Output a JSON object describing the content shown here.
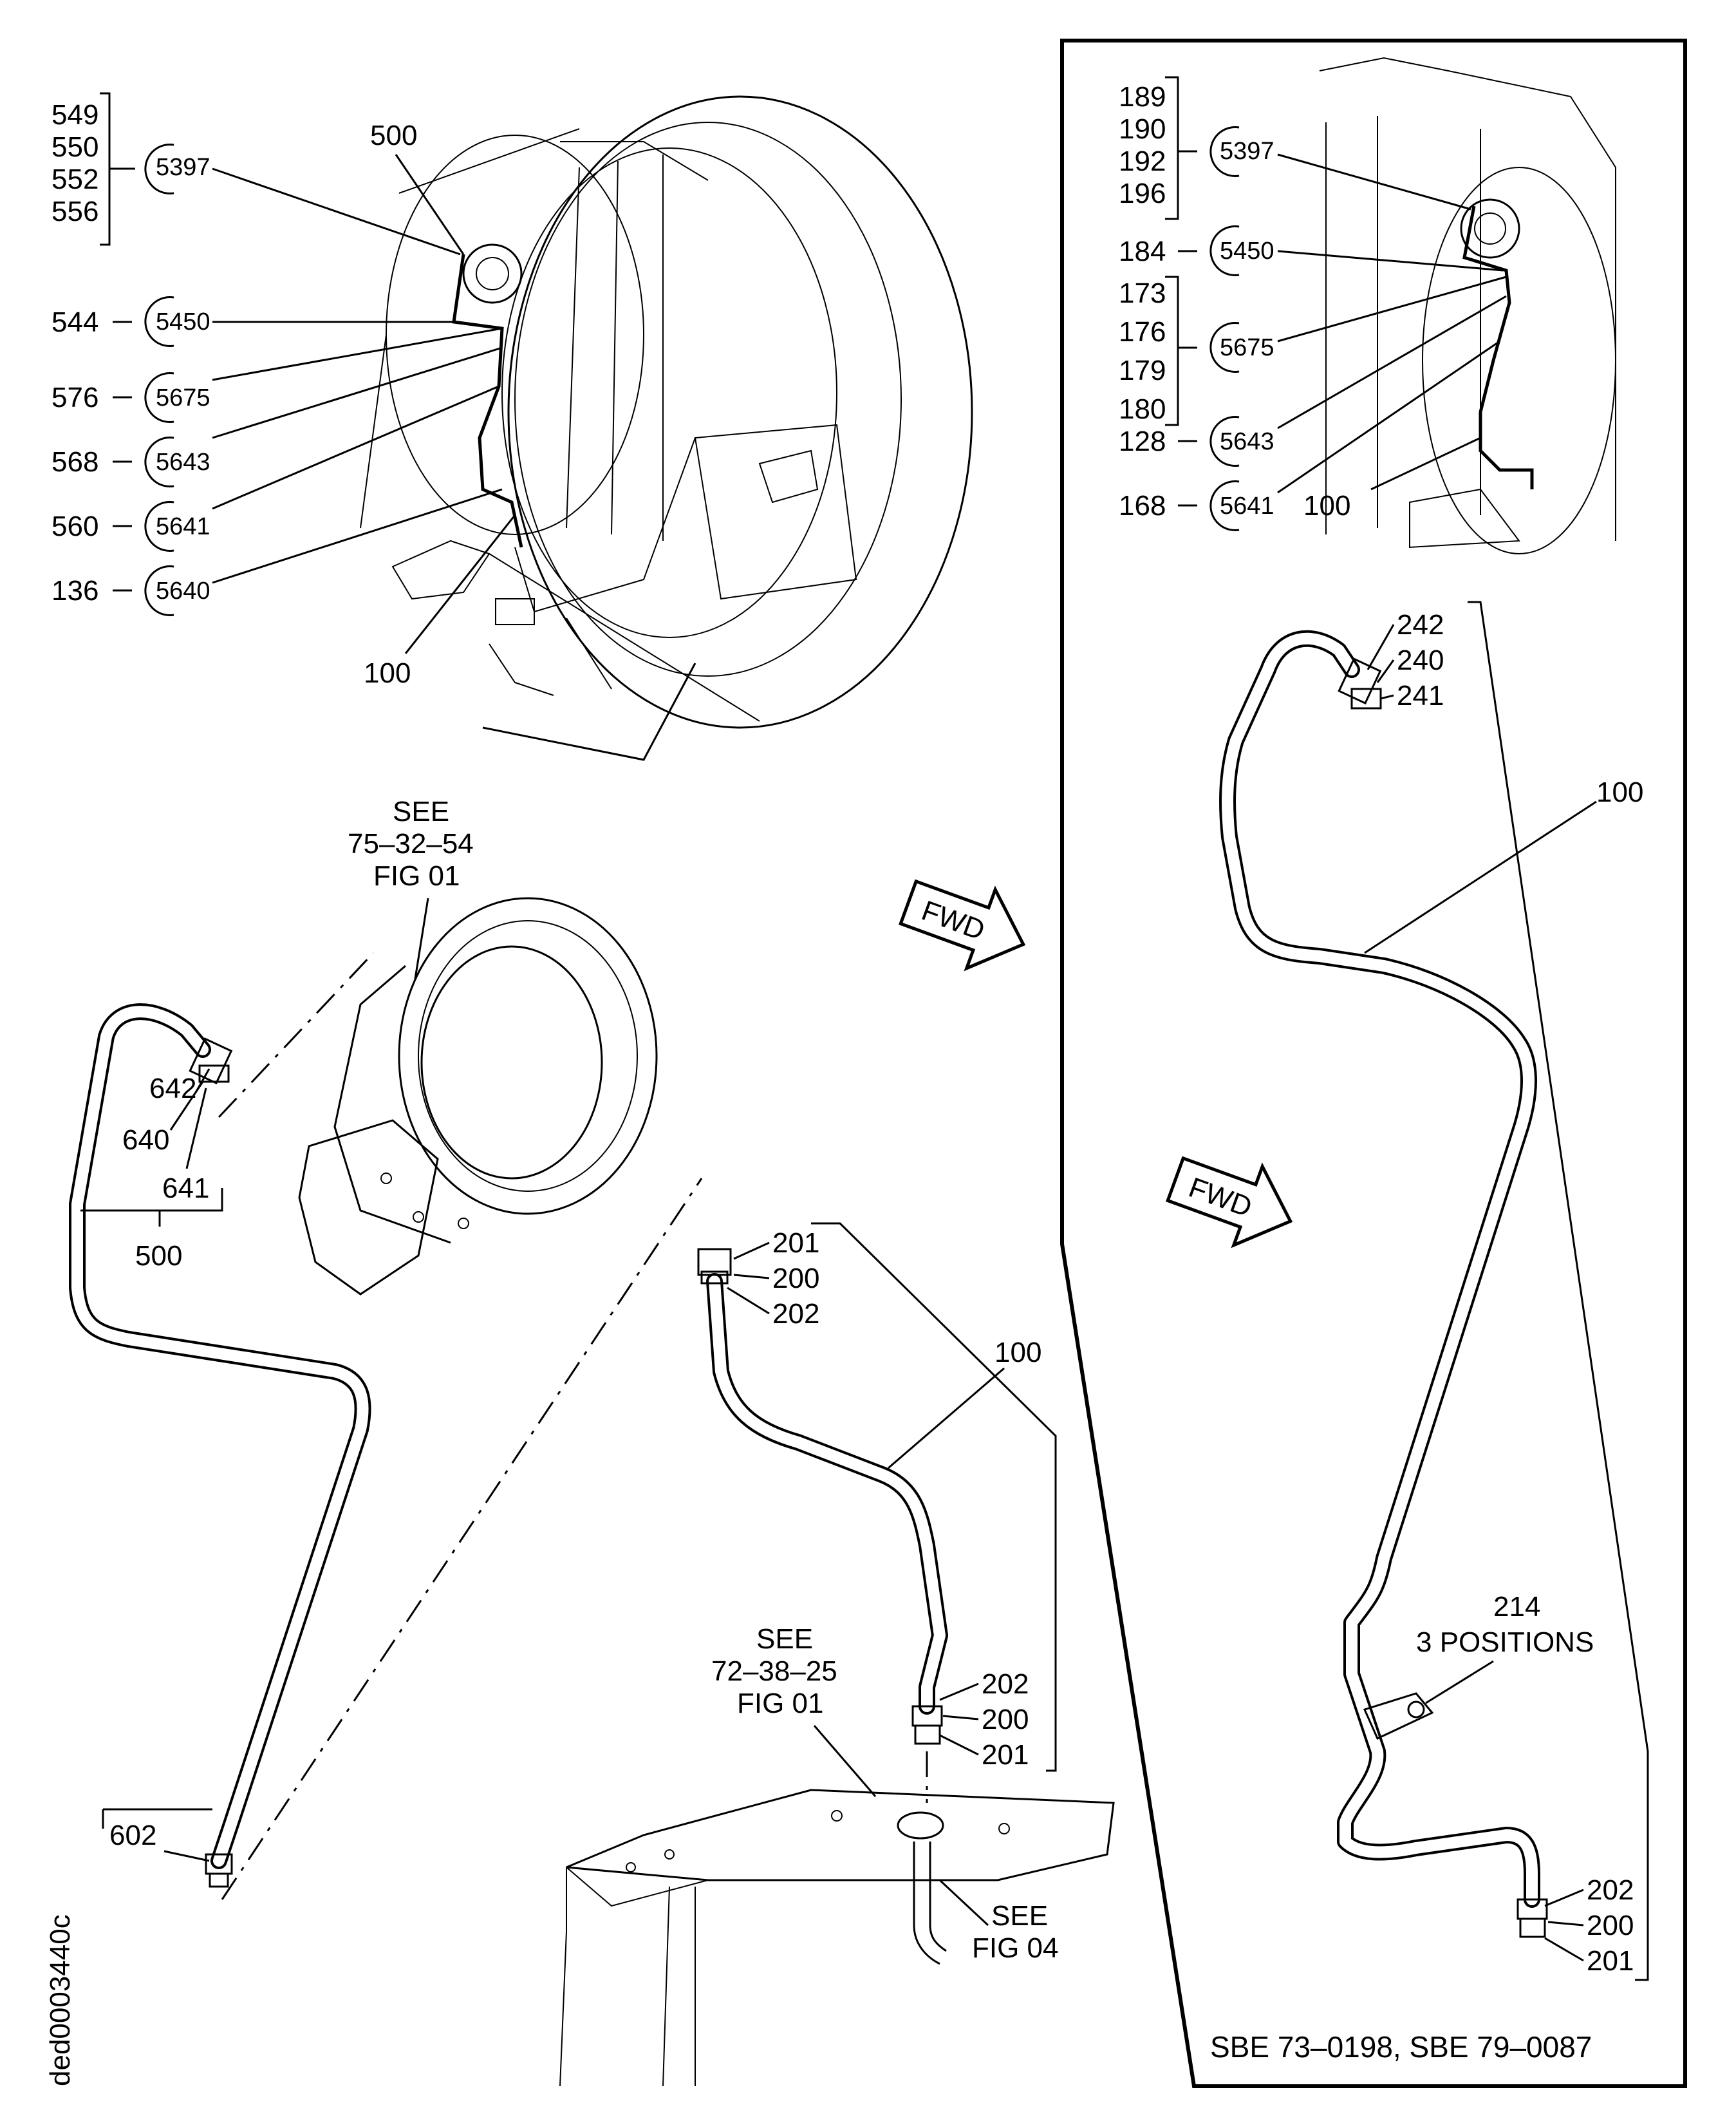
{
  "engine_left": {
    "bracket_group": [
      "549",
      "550",
      "552",
      "556"
    ],
    "bracket_callout": "5397",
    "rows": [
      {
        "item": "544",
        "callout": "5450"
      },
      {
        "item": "576",
        "callout": "5675"
      },
      {
        "item": "568",
        "callout": "5643"
      },
      {
        "item": "560",
        "callout": "5641"
      },
      {
        "item": "136",
        "callout": "5640"
      }
    ],
    "label_top": "500",
    "label_bottom": "100"
  },
  "engine_right": {
    "bracket_group_a": [
      "189",
      "190",
      "192",
      "196"
    ],
    "bracket_callout_a": "5397",
    "row_a": {
      "item": "184",
      "callout": "5450"
    },
    "bracket_group_b": [
      "173",
      "176",
      "179",
      "180"
    ],
    "bracket_callout_b": "5675",
    "row_b": {
      "item": "128",
      "callout": "5643"
    },
    "row_c": {
      "item": "168",
      "callout": "5641"
    },
    "label_tube": "100"
  },
  "see_ref_top": {
    "line1": "SEE",
    "line2": "75–32–54",
    "line3": "FIG 01"
  },
  "see_ref_mid": {
    "line1": "SEE",
    "line2": "72–38–25",
    "line3": "FIG 01"
  },
  "see_ref_bottom": {
    "line1": "SEE",
    "line2": "FIG 04"
  },
  "fwd_label": "FWD",
  "left_tube": {
    "labels": [
      "642",
      "640",
      "641",
      "500",
      "602"
    ]
  },
  "middle_tube": {
    "top": [
      "201",
      "200",
      "202"
    ],
    "mid": "100",
    "bottom": [
      "202",
      "200",
      "201"
    ]
  },
  "right_tube": {
    "top": [
      "242",
      "240",
      "241"
    ],
    "mid": "100",
    "clip_item": "214",
    "clip_note": "3 POSITIONS",
    "bottom": [
      "202",
      "200",
      "201"
    ]
  },
  "sbe_note": "SBE 73–0198, SBE 79–0087",
  "figure_id": "ded0003440c"
}
